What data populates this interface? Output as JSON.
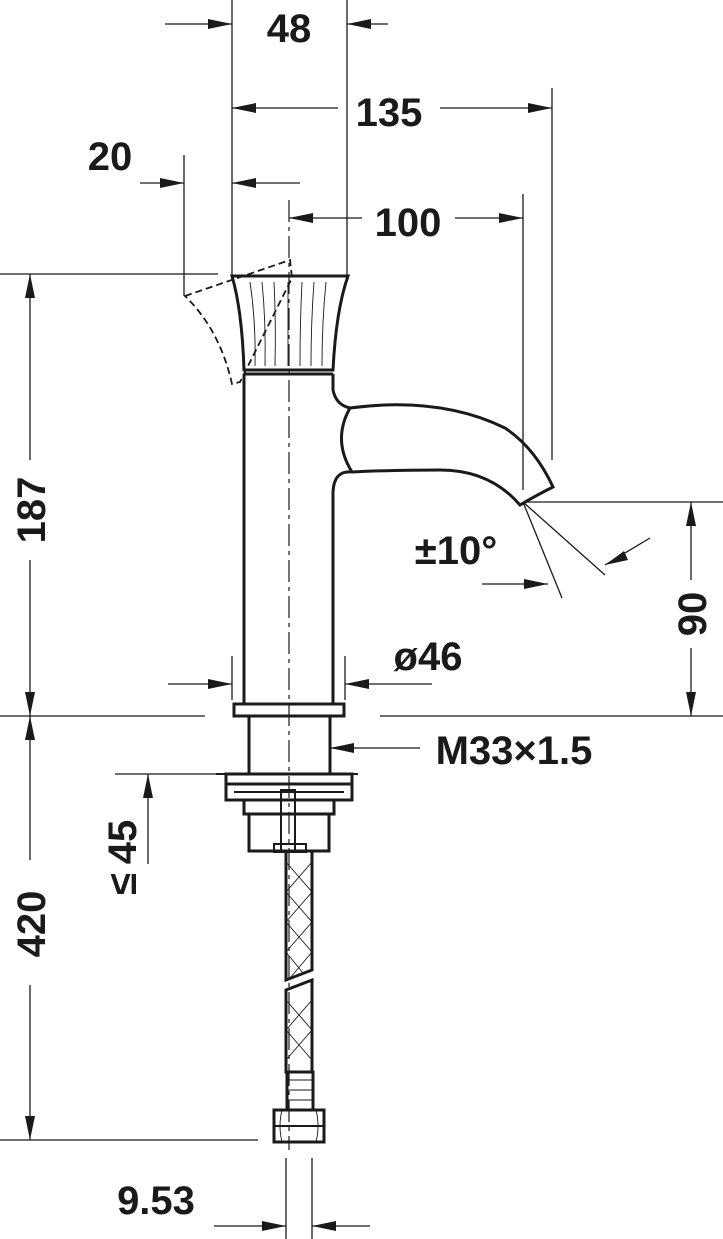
{
  "dimensions": {
    "d48": "48",
    "d135": "135",
    "d20": "20",
    "d100": "100",
    "d187": "187",
    "angle": "±10°",
    "d90": "90",
    "dia46": "ø46",
    "thread": "M33×1.5",
    "d45": "45",
    "d45_symbol": "≤",
    "d420": "420",
    "d953": "9.53"
  },
  "colors": {
    "ink": "#1a1a1a",
    "background": "#ffffff"
  }
}
